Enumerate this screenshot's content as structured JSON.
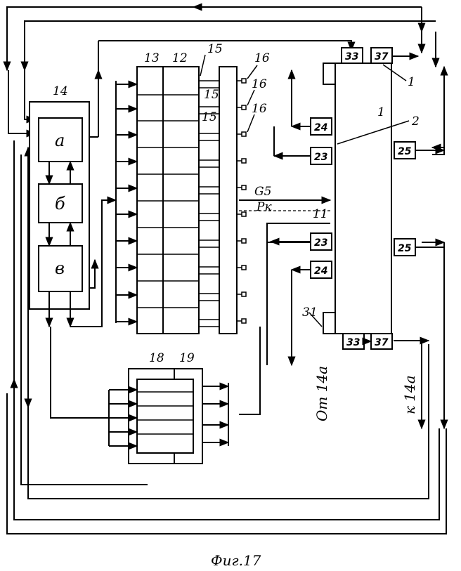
{
  "caption": "Фиг.17",
  "block14": {
    "ref": "14",
    "sub_a": "а",
    "sub_b": "б",
    "sub_v": "в"
  },
  "registers": {
    "r13": "13",
    "r12": "12",
    "r15a": "15",
    "r15b": "15",
    "r15c": "15",
    "r16a": "16",
    "r16b": "16",
    "r16c": "16"
  },
  "signals": {
    "g5": "G5",
    "pk": "Pк"
  },
  "lower_block": {
    "r18": "18",
    "r19": "19"
  },
  "memory": {
    "ref1a": "1",
    "ref1b": "1",
    "ref2": "2",
    "ref11": "11",
    "ref31": "31",
    "b24_top": "24",
    "b23_top": "23",
    "b25_top": "25",
    "b23_bot": "23",
    "b24_bot": "24",
    "b25_bot": "25",
    "b33_top": "33",
    "b37_top": "37",
    "b33_bot": "33",
    "b37_bot": "37"
  },
  "side_labels": {
    "from14a": "От 14а",
    "to14a": "к 14а"
  }
}
